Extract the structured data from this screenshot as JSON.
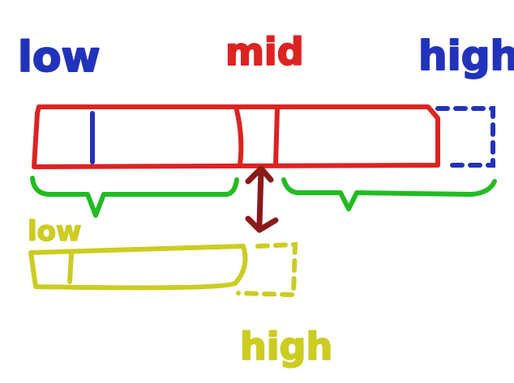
{
  "labels": {
    "top_low": "low",
    "top_mid": "mid",
    "top_high": "high",
    "bottom_low": "low",
    "bottom_high": "high"
  },
  "colors": {
    "blue": "#2233bb",
    "red": "#dd2222",
    "green": "#22bb22",
    "yellow": "#cccc22",
    "darkred": "#8b1a1a"
  }
}
